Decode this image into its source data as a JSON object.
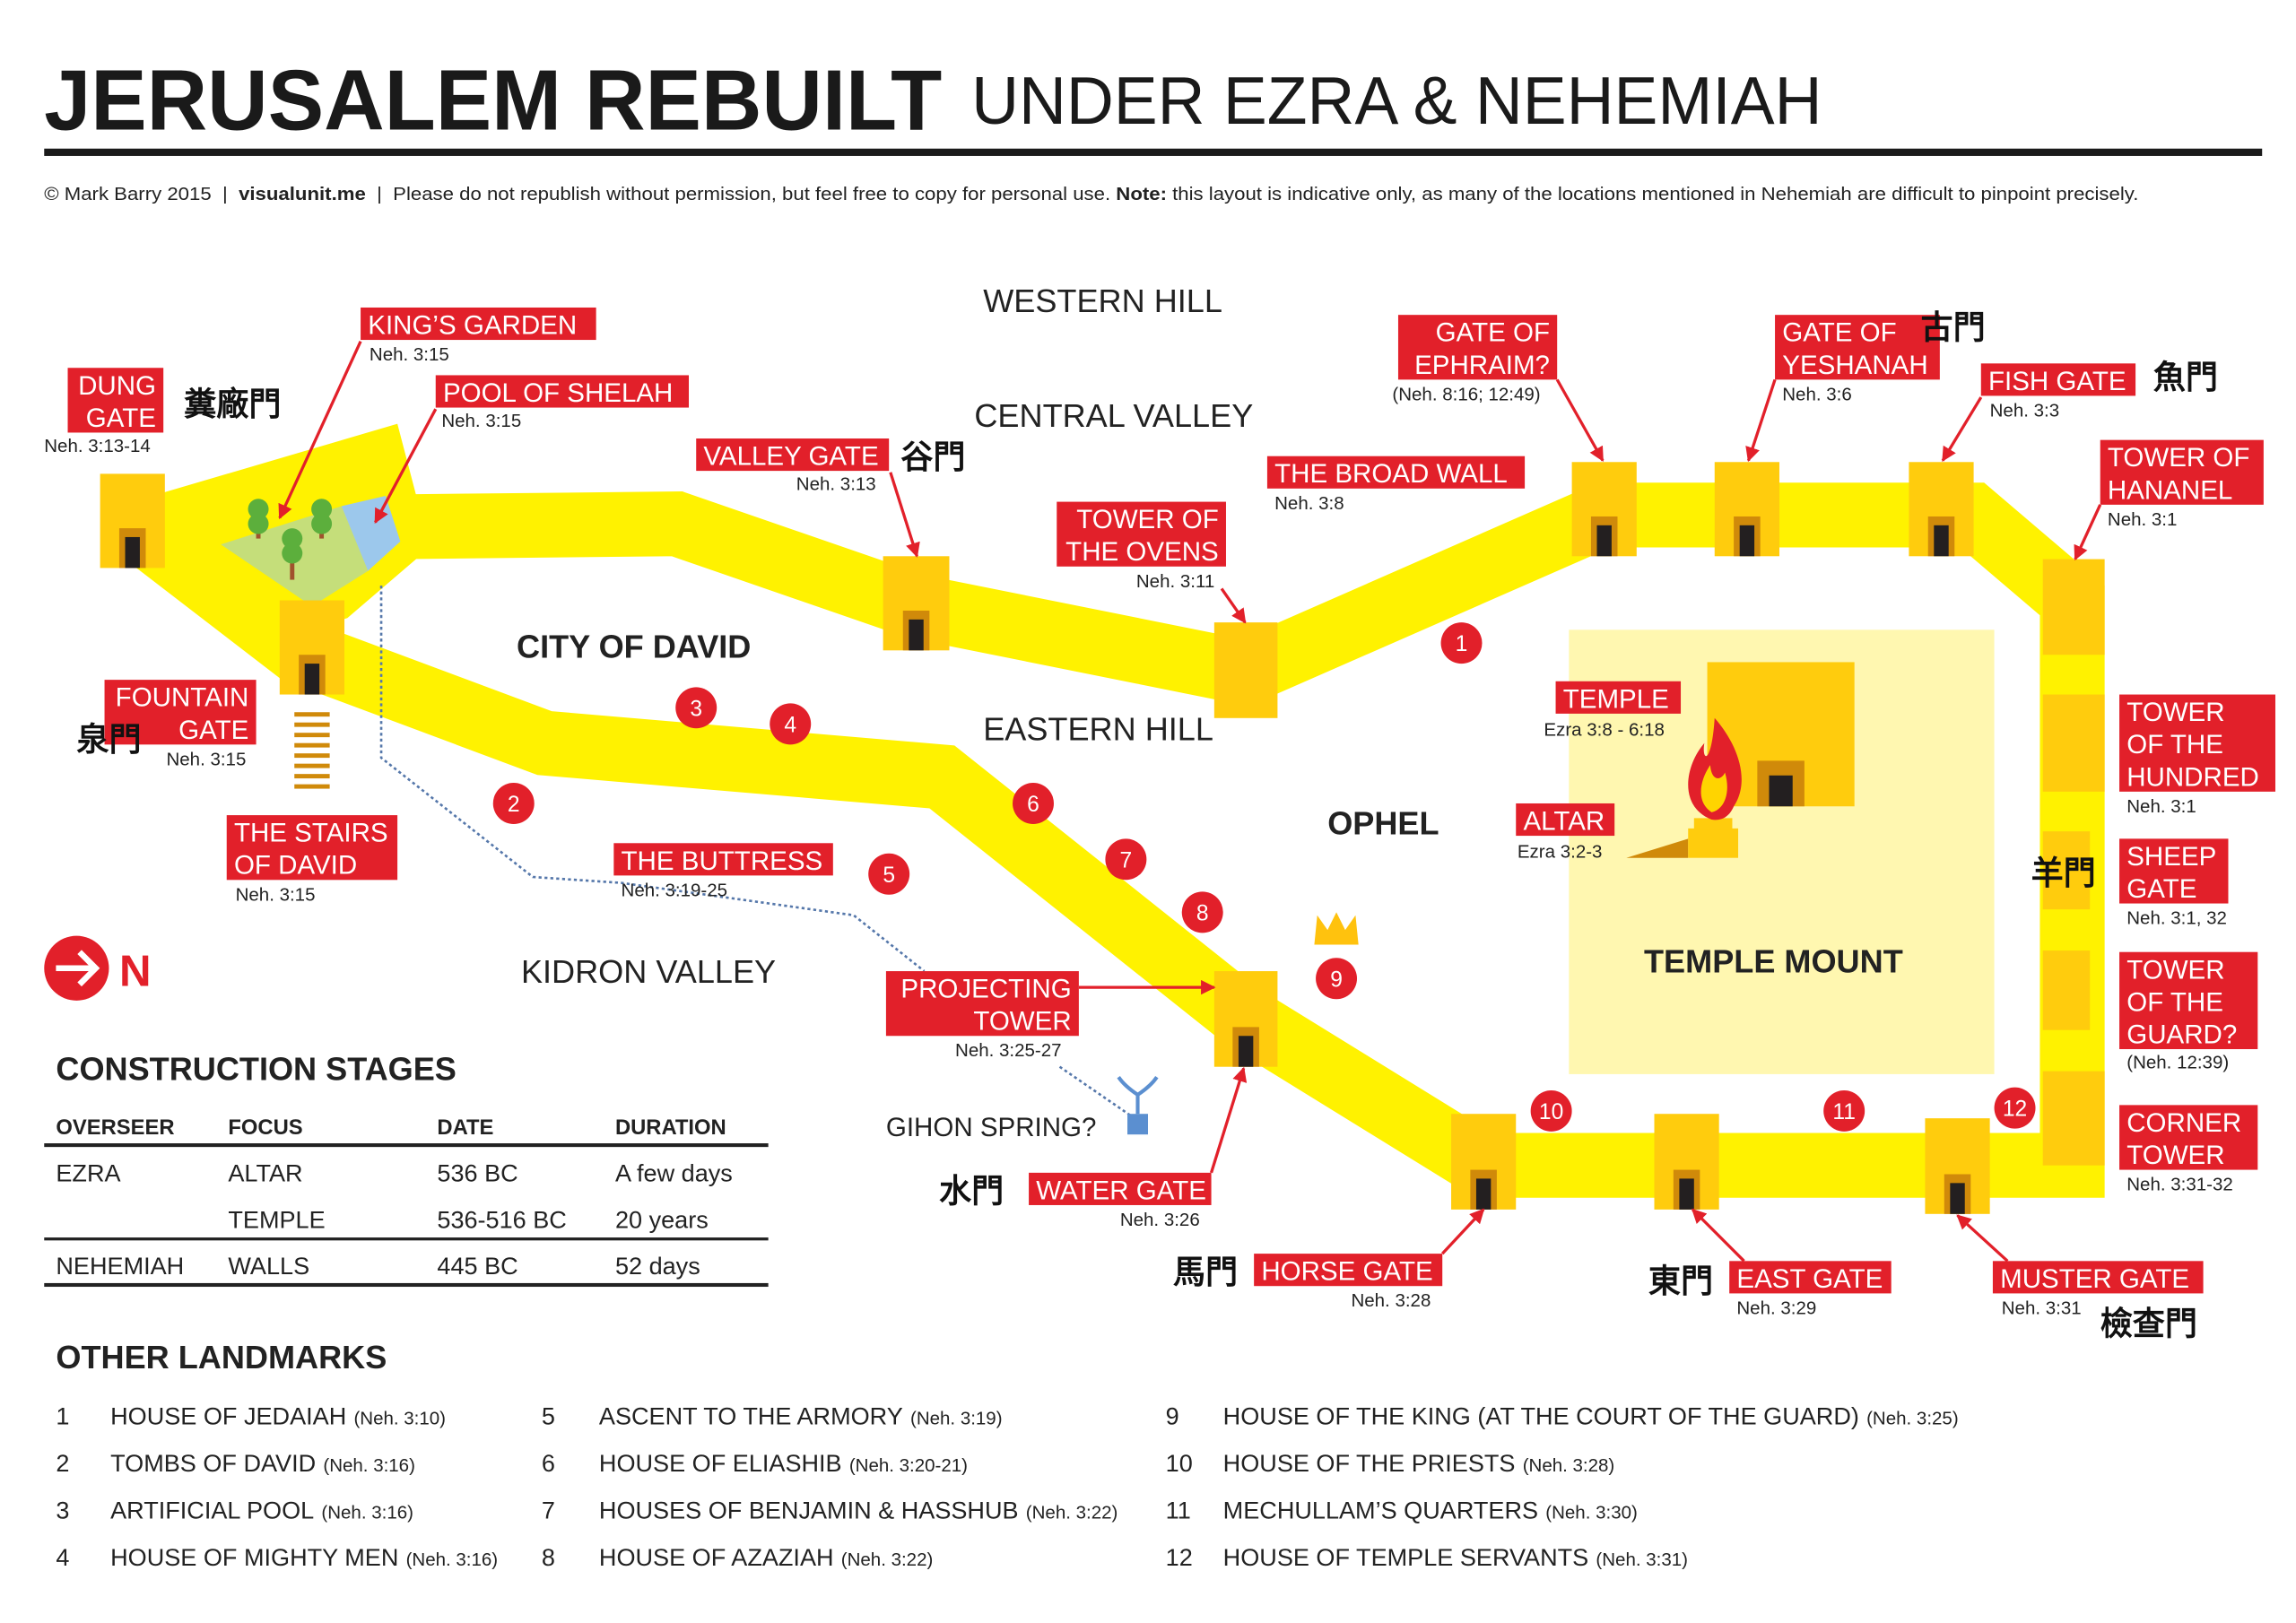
{
  "header": {
    "title_bold": "JERUSALEM REBUILT",
    "title_light": "UNDER EZRA & NEHEMIAH",
    "credit": "© Mark Barry 2015  |  ",
    "site": "visualunit.me",
    "notice": "  |  Please do not republish without permission, but feel free to copy for personal use. ",
    "note_label": "Note:",
    "note_text": " this layout is indicative only, as many of the locations mentioned in Nehemiah are difficult to pinpoint precisely."
  },
  "colors": {
    "wall": "#FFF200",
    "gate": "#FFCC0D",
    "red": "#E2202A",
    "temple_mount": "#FFF7B0"
  },
  "regions": {
    "western_hill": "WESTERN HILL",
    "central_valley": "CENTRAL VALLEY",
    "eastern_hill": "EASTERN HILL",
    "city_of_david": "CITY OF DAVID",
    "ophel": "OPHEL",
    "kidron_valley": "KIDRON VALLEY",
    "temple_mount": "TEMPLE MOUNT",
    "gihon_spring": "GIHON SPRING?"
  },
  "compass": {
    "label": "N"
  },
  "labels": [
    {
      "lines": [
        "DUNG",
        "GATE"
      ],
      "ref": "Neh. 3:13-14",
      "zh": "糞廠門"
    },
    {
      "lines": [
        "KING’S GARDEN"
      ],
      "ref": "Neh. 3:15"
    },
    {
      "lines": [
        "POOL OF SHELAH"
      ],
      "ref": "Neh. 3:15"
    },
    {
      "lines": [
        "VALLEY GATE"
      ],
      "ref": "Neh. 3:13",
      "zh": "谷門"
    },
    {
      "lines": [
        "TOWER OF",
        "THE OVENS"
      ],
      "ref": "Neh. 3:11"
    },
    {
      "lines": [
        "THE BROAD WALL"
      ],
      "ref": "Neh. 3:8"
    },
    {
      "lines": [
        "GATE OF",
        "EPHRAIM?"
      ],
      "ref": "(Neh. 8:16; 12:49)"
    },
    {
      "lines": [
        "GATE OF",
        "YESHANAH"
      ],
      "ref": "Neh. 3:6",
      "zh": "古門"
    },
    {
      "lines": [
        "FISH GATE"
      ],
      "ref": "Neh. 3:3",
      "zh": "魚門"
    },
    {
      "lines": [
        "TOWER OF",
        "HANANEL"
      ],
      "ref": "Neh. 3:1"
    },
    {
      "lines": [
        "TOWER",
        "OF THE",
        "HUNDRED"
      ],
      "ref": "Neh. 3:1"
    },
    {
      "lines": [
        "SHEEP",
        "GATE"
      ],
      "ref": "Neh. 3:1, 32",
      "zh": "羊門"
    },
    {
      "lines": [
        "TOWER",
        "OF THE",
        "GUARD?"
      ],
      "ref": "(Neh. 12:39)"
    },
    {
      "lines": [
        "CORNER",
        "TOWER"
      ],
      "ref": "Neh. 3:31-32"
    },
    {
      "lines": [
        "MUSTER GATE"
      ],
      "ref": "Neh. 3:31",
      "zh": "檢查門"
    },
    {
      "lines": [
        "EAST GATE"
      ],
      "ref": "Neh. 3:29",
      "zh": "東門"
    },
    {
      "lines": [
        "HORSE GATE"
      ],
      "ref": "Neh. 3:28",
      "zh": "馬門"
    },
    {
      "lines": [
        "WATER GATE"
      ],
      "ref": "Neh. 3:26",
      "zh": "水門"
    },
    {
      "lines": [
        "PROJECTING",
        "TOWER"
      ],
      "ref": "Neh. 3:25-27"
    },
    {
      "lines": [
        "THE BUTTRESS"
      ],
      "ref": "Neh. 3:19-25"
    },
    {
      "lines": [
        "TEMPLE"
      ],
      "ref": "Ezra 3:8 - 6:18"
    },
    {
      "lines": [
        "ALTAR"
      ],
      "ref": "Ezra 3:2-3"
    },
    {
      "lines": [
        "FOUNTAIN",
        "GATE"
      ],
      "ref": "Neh. 3:15",
      "zh": "泉門"
    },
    {
      "lines": [
        "THE STAIRS",
        "OF DAVID"
      ],
      "ref": "Neh. 3:15"
    }
  ],
  "markers": [
    "1",
    "2",
    "3",
    "4",
    "5",
    "6",
    "7",
    "8",
    "9",
    "10",
    "11",
    "12"
  ],
  "construction": {
    "title": "CONSTRUCTION STAGES",
    "columns": [
      "OVERSEER",
      "FOCUS",
      "DATE",
      "DURATION"
    ],
    "rows": [
      [
        "EZRA",
        "ALTAR",
        "536 BC",
        "A few days"
      ],
      [
        "",
        "TEMPLE",
        "536-516 BC",
        "20 years"
      ],
      [
        "NEHEMIAH",
        "WALLS",
        "445 BC",
        "52 days"
      ]
    ]
  },
  "landmarks": {
    "title": "OTHER LANDMARKS",
    "items": [
      {
        "num": "1",
        "name": "HOUSE OF JEDAIAH",
        "ref": "(Neh. 3:10)"
      },
      {
        "num": "2",
        "name": "TOMBS OF DAVID",
        "ref": "(Neh. 3:16)"
      },
      {
        "num": "3",
        "name": "ARTIFICIAL POOL",
        "ref": "(Neh. 3:16)"
      },
      {
        "num": "4",
        "name": "HOUSE OF MIGHTY MEN",
        "ref": "(Neh. 3:16)"
      },
      {
        "num": "5",
        "name": "ASCENT TO THE ARMORY",
        "ref": "(Neh. 3:19)"
      },
      {
        "num": "6",
        "name": "HOUSE OF ELIASHIB",
        "ref": "(Neh. 3:20-21)"
      },
      {
        "num": "7",
        "name": "HOUSES OF BENJAMIN & HASSHUB",
        "ref": "(Neh. 3:22)"
      },
      {
        "num": "8",
        "name": "HOUSE OF AZAZIAH",
        "ref": "(Neh. 3:22)"
      },
      {
        "num": "9",
        "name": "HOUSE OF THE KING (AT THE COURT OF THE GUARD)",
        "ref": "(Neh. 3:25)"
      },
      {
        "num": "10",
        "name": "HOUSE OF THE PRIESTS",
        "ref": "(Neh. 3:28)"
      },
      {
        "num": "11",
        "name": "MECHULLAM’S QUARTERS",
        "ref": "(Neh. 3:30)"
      },
      {
        "num": "12",
        "name": "HOUSE OF TEMPLE SERVANTS",
        "ref": "(Neh. 3:31)"
      }
    ]
  }
}
